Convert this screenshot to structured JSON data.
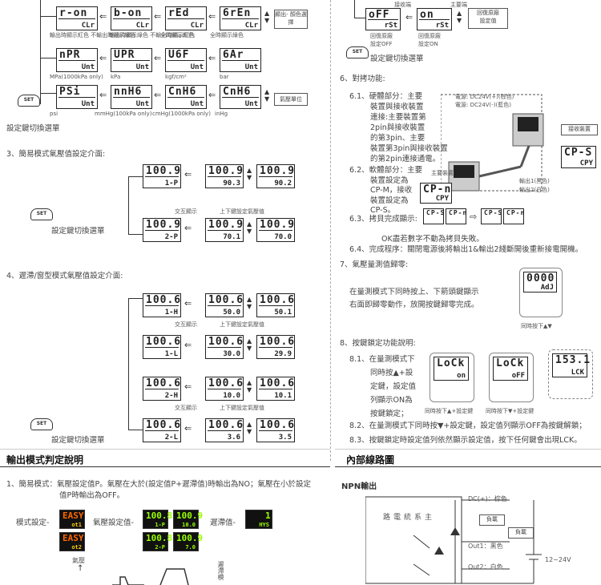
{
  "top_left": {
    "row1": [
      {
        "t": "r-on",
        "b": "CLr"
      },
      {
        "t": "b-on",
        "b": "CLr"
      },
      {
        "t": "rEd",
        "b": "CLr"
      },
      {
        "t": "6rEn",
        "b": "CLr"
      }
    ],
    "row1_caps": [
      "輸出時顯示紅色\n不輸出時顯示綠色",
      "輸出時顯示綠色\n不輸出時顯示紅色",
      "全時顯示紅色",
      "全時顯示綠色"
    ],
    "row1_label": "顯出-\n顏色選擇",
    "row2": [
      {
        "t": "nPR",
        "b": "Unt"
      },
      {
        "t": "UPR",
        "b": "Unt"
      },
      {
        "t": "U6F",
        "b": "Unt"
      },
      {
        "t": "6Ar",
        "b": "Unt"
      }
    ],
    "row2_caps": [
      "MPa(1000kPa only)",
      "kPa",
      "kgf/cm²",
      "bar"
    ],
    "row3": [
      {
        "t": "PSi",
        "b": "Unt"
      },
      {
        "t": "nnH6",
        "b": "Unt"
      },
      {
        "t": "CnH6",
        "b": "Unt"
      },
      {
        "t": "CnH6",
        "b": "Unt"
      }
    ],
    "row3_caps": [
      "psi",
      "mmHg(100kPa only)",
      "cmHg(1000kPa only)",
      "inHg"
    ],
    "row3_label": "氣壓單位",
    "set_caption": "設定鍵切換選單"
  },
  "section3": {
    "title": "3、簡易模式氣壓值設定介面:",
    "row1": [
      {
        "t": "100.9",
        "b": "1-P"
      },
      {
        "t": "100.9",
        "b": "90.3"
      },
      {
        "t": "100.9",
        "b": "90.2"
      }
    ],
    "row2": [
      {
        "t": "100.9",
        "b": "2-P"
      },
      {
        "t": "100.9",
        "b": "70.1"
      },
      {
        "t": "100.9",
        "b": "70.0"
      }
    ],
    "cap_a": "交互顯示",
    "cap_b": "上下鍵設定氣壓值",
    "set_caption": "設定鍵切換選單"
  },
  "section4": {
    "title": "4、遲滯/窗型模式氣壓值設定介面:",
    "rows": [
      [
        {
          "t": "100.6",
          "b": "1-H"
        },
        {
          "t": "100.6",
          "b": "50.0"
        },
        {
          "t": "100.6",
          "b": "50.1"
        }
      ],
      [
        {
          "t": "100.6",
          "b": "1-L"
        },
        {
          "t": "100.6",
          "b": "30.0"
        },
        {
          "t": "100.6",
          "b": "29.9"
        }
      ],
      [
        {
          "t": "100.6",
          "b": "2-H"
        },
        {
          "t": "100.6",
          "b": "10.0"
        },
        {
          "t": "100.6",
          "b": "10.1"
        }
      ],
      [
        {
          "t": "100.6",
          "b": "2-L"
        },
        {
          "t": "100.6",
          "b": "3.6"
        },
        {
          "t": "100.6",
          "b": "3.5"
        }
      ]
    ],
    "cap_a": "交互顯示",
    "cap_b": "上下鍵設定氣壓值",
    "set_caption": "設定鍵切換選單"
  },
  "output": {
    "title": "輸出模式判定說明",
    "item1_l1": "1、簡易模式：氣壓設定值P。氣壓在大於(設定值P+遲滯值)時輸出為NO；氣壓在小於設定",
    "item1_l2": "值P時輸出為OFF。",
    "mode_label": "模式設定-",
    "mode_disp": [
      {
        "t": "EASY",
        "b": "ot1"
      },
      {
        "t": "EASY",
        "b": "ot2"
      }
    ],
    "set_label": "氣壓設定值-",
    "set_disp": [
      {
        "t": "100.8",
        "b": "1-P"
      },
      {
        "t": "100.9",
        "b": "10.0"
      },
      {
        "t": "100.8",
        "b": "2-P"
      },
      {
        "t": "100.9",
        "b": "7.0"
      }
    ],
    "hys_label": "遲滯值-",
    "hys_disp": {
      "t": "1",
      "b": "HYS"
    },
    "pressure": "氣壓",
    "side": "遲滯模"
  },
  "right": {
    "top_caps": [
      "接收端",
      "主要端"
    ],
    "top_disp": [
      {
        "t": "oFF",
        "b": "rSt"
      },
      {
        "t": "on",
        "b": "rSt"
      }
    ],
    "top_label": "回復原廠\n設定值",
    "cap_off": "回復原廠\n設定OFF",
    "cap_on": "回復原廠\n設定ON",
    "set_caption": "設定鍵切換選單",
    "s6_title": "6、對拷功能:",
    "s61": [
      "6.1、硬體部分：主要",
      "裝置與接收裝置",
      "連接:主要裝置第",
      "2pin與接收裝置",
      "的第3pin、主要",
      "裝置第3pin與接收裝置",
      "的第2pin連接通電。"
    ],
    "s62": [
      "6.2、軟體部分：主要",
      "裝置設定為",
      "CP-M，接收",
      "裝置設定為",
      "CP-S。"
    ],
    "s63": "6.3、拷貝完成顯示:",
    "s63_disp": [
      "CP-S",
      "CP-n",
      "CP-S",
      "CP-n"
    ],
    "ok_note": "OK盡若數字不動為拷貝失敗。",
    "s64": "6.4、完成程序：關閉電源後將輸出1&輸出2綫斷開後重新接電開機。",
    "wire_labels": [
      "電源: DC24V(+)(棕色)",
      "電源: DC24V(-)(藍色)",
      "主要裝置",
      "接收裝置",
      "輸出1(黑色)",
      "輸出2(白色)"
    ],
    "cps": {
      "t": "CP-S",
      "b": "CPY"
    },
    "cpn": {
      "t": "CP-n",
      "b": "CPY"
    },
    "s7_title": "7、氣壓量測值歸零:",
    "s7_text": [
      "在量測模式下同時按上、下箭頭鍵顯示",
      "右面即歸零動作，放開按鍵歸零完成。"
    ],
    "zero_disp": {
      "t": "0000",
      "b": "AdJ"
    },
    "zero_cap": "同時按下▲▼",
    "s8_title": "8、按鍵鎖定功能說明:",
    "s81": [
      "8.1、在量測模式下",
      "同時按▲+設",
      "定鍵，設定值",
      "列顯示ON為",
      "按鍵鎖定；"
    ],
    "lock_disp": [
      {
        "t": "LoCk",
        "b": "on"
      },
      {
        "t": "LoCk",
        "b": "oFF"
      },
      {
        "t": "153.1",
        "b": "LCK"
      }
    ],
    "lock_caps": [
      "同時按下▲+設定鍵",
      "同時按下▼+設定鍵"
    ],
    "s82": "8.2、在量測模式下同時按▼+設定鍵，設定值列顯示OFF為按鍵解鎖；",
    "s83": "8.3、按鍵鎖定時設定值列依然顯示設定值，按下任何鍵會出現LCK。",
    "circuit_title": "內部線路圖",
    "npn": "NPN輸出",
    "circuit_labels": [
      "DC(+)：棕色",
      "負載",
      "負載",
      "Out1：黑色",
      "Out2：白色",
      "12~24V"
    ],
    "main_circuit": "主\n系\n統\n電\n路"
  }
}
